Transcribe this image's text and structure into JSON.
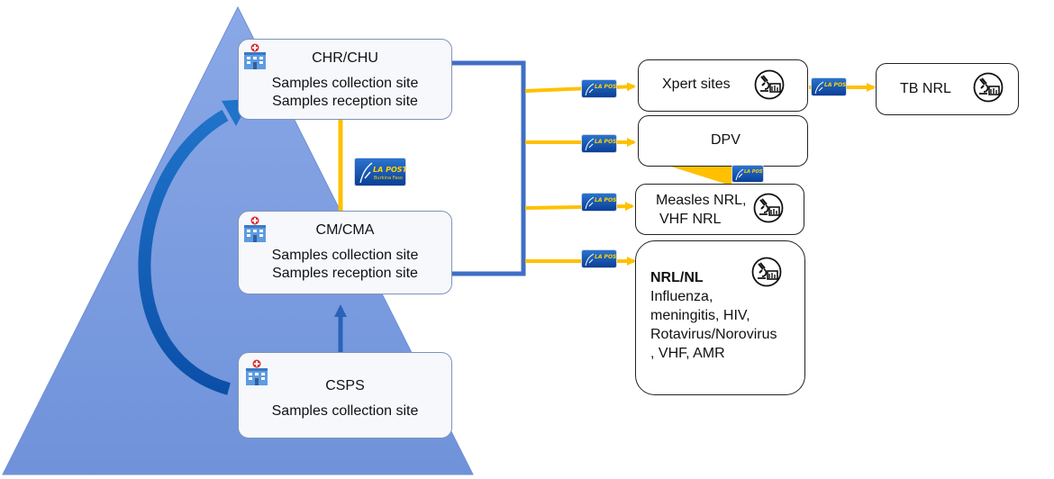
{
  "facilities": {
    "chr": {
      "title": "CHR/CHU",
      "lines": [
        "Samples collection site",
        "Samples reception site"
      ]
    },
    "cm": {
      "title": "CM/CMA",
      "lines": [
        "Samples collection site",
        "Samples reception site"
      ]
    },
    "csps": {
      "title": "CSPS",
      "lines": [
        "Samples collection site"
      ]
    }
  },
  "labs": {
    "xpert": {
      "label": "Xpert sites"
    },
    "tbnrl": {
      "label": "TB NRL"
    },
    "dpv": {
      "label": "DPV"
    },
    "measles": {
      "lines": [
        "Measles NRL,",
        "VHF NRL"
      ]
    },
    "nrl": {
      "title": "NRL/NL",
      "lines": [
        "Influenza,",
        "meningitis, HIV,",
        "Rotavirus/Norovirus",
        ", VHF, AMR"
      ]
    }
  },
  "courier": {
    "brand": "LA POSTE",
    "country": "Burkina Faso"
  },
  "colors": {
    "pyramid": "#7e9ee0",
    "connector": "#3f6fc4",
    "arrow": "#ffc000",
    "curved_arrow": "#0a5bb0"
  },
  "icons": [
    "hospital-icon",
    "microscope-icon",
    "la-poste-logo"
  ]
}
